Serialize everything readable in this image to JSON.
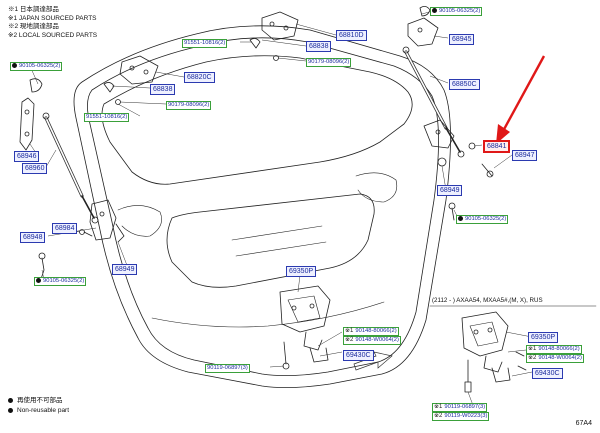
{
  "notes": [
    "※1 日本調達部品",
    "※1 JAPAN SOURCED PARTS",
    "※2 現地調達部品",
    "※2 LOCAL SOURCED PARTS"
  ],
  "legend": [
    "再使用不可部品",
    "Non-reusable part"
  ],
  "variant_note": "(2112 -   ) AXAA54, MXAA5#,(M, X), RUS",
  "diagram_code": "67A4",
  "colors": {
    "blue_label": "#1a2a9c",
    "green_border": "#3aa03a",
    "highlight": "#e01818"
  },
  "labels": [
    {
      "text": "90105-06325",
      "qty": "(2)",
      "style": "green",
      "dot": true
    },
    {
      "text": "68945",
      "qty": "",
      "style": "blue"
    },
    {
      "text": "68850C",
      "qty": "",
      "style": "blue"
    },
    {
      "text": "68841",
      "qty": "",
      "style": "red"
    },
    {
      "text": "68947",
      "qty": "",
      "style": "blue"
    },
    {
      "text": "68949",
      "qty": "",
      "style": "blue"
    },
    {
      "text": "90105-06325",
      "qty": "(2)",
      "style": "green",
      "dot": true
    },
    {
      "text": "68810D",
      "qty": "",
      "style": "blue"
    },
    {
      "text": "68838",
      "qty": "",
      "style": "blue"
    },
    {
      "text": "91551-10816",
      "qty": "(2)",
      "style": "green"
    },
    {
      "text": "90179-08096",
      "qty": "(2)",
      "style": "green"
    },
    {
      "text": "68820C",
      "qty": "",
      "style": "blue"
    },
    {
      "text": "68838",
      "qty": "",
      "style": "blue"
    },
    {
      "text": "90179-08096",
      "qty": "(2)",
      "style": "green"
    },
    {
      "text": "91551-10816",
      "qty": "(2)",
      "style": "green"
    },
    {
      "text": "90105-06325",
      "qty": "(2)",
      "style": "green",
      "dot": true
    },
    {
      "text": "68946",
      "qty": "",
      "style": "blue"
    },
    {
      "text": "68960",
      "qty": "",
      "style": "blue"
    },
    {
      "text": "68984",
      "qty": "",
      "style": "blue"
    },
    {
      "text": "68948",
      "qty": "",
      "style": "blue"
    },
    {
      "text": "68949",
      "qty": "",
      "style": "blue"
    },
    {
      "text": "90105-06325",
      "qty": "(2)",
      "style": "green",
      "dot": true
    },
    {
      "text": "69350P",
      "qty": "",
      "style": "blue"
    },
    {
      "text": "90148-80066",
      "qty": "(2)",
      "style": "green",
      "note": "※1"
    },
    {
      "text": "90148-W0064",
      "qty": "(2)",
      "style": "green",
      "note": "※2"
    },
    {
      "text": "69430C",
      "qty": "",
      "style": "blue"
    },
    {
      "text": "90119-06897",
      "qty": "(3)",
      "style": "green"
    },
    {
      "text": "69350P",
      "qty": "",
      "style": "blue"
    },
    {
      "text": "90148-80066",
      "qty": "(2)",
      "style": "green",
      "note": "※1"
    },
    {
      "text": "90148-W0064",
      "qty": "(2)",
      "style": "green",
      "note": "※2"
    },
    {
      "text": "69430C",
      "qty": "",
      "style": "blue"
    },
    {
      "text": "90119-06897",
      "qty": "(3)",
      "style": "green",
      "note": "※1"
    },
    {
      "text": "90119-W0223",
      "qty": "(3)",
      "style": "green",
      "note": "※2"
    }
  ]
}
